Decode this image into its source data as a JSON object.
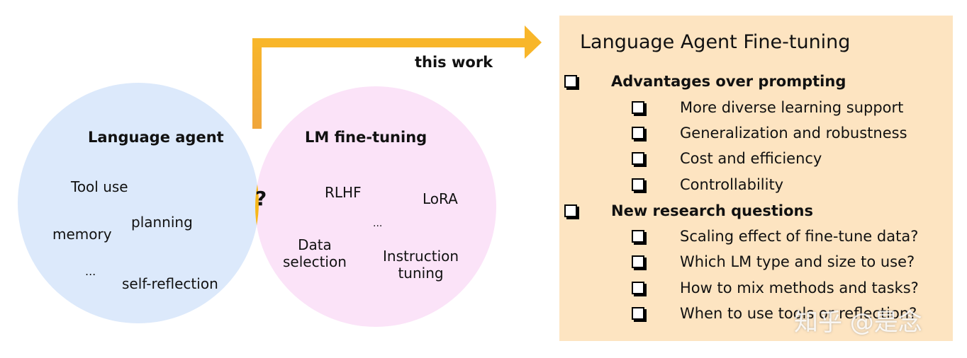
{
  "venn": {
    "left_title": "Language agent",
    "right_title": "LM fine-tuning",
    "overlap_label": "?",
    "left_items": [
      "Tool use",
      "planning",
      "memory",
      "...",
      "self-reflection"
    ],
    "right_items": {
      "rlhf": "RLHF",
      "lora": "LoRA",
      "dots": "...",
      "data_selection": [
        "Data",
        "selection"
      ],
      "instruction_tuning": [
        "Instruction",
        "tuning"
      ]
    },
    "arrow_label": "this work"
  },
  "panel": {
    "title": "Language Agent Fine-tuning",
    "sections": [
      {
        "heading": "Advantages over prompting",
        "items": [
          "More diverse learning support",
          "Generalization and robustness",
          "Cost and efficiency",
          "Controllability"
        ]
      },
      {
        "heading": "New research questions",
        "items": [
          "Scaling effect of fine-tune data?",
          "Which LM type and size to use?",
          "How to mix methods and tasks?",
          "When to use tools or reflection?"
        ]
      }
    ]
  },
  "watermark": "知乎 @是念",
  "colors": {
    "left_circle": "#dce9fb",
    "right_circle": "#fbe3f8",
    "overlap": "#f6b81a",
    "arrow": "#f8b62a",
    "panel_bg": "#fde4c1"
  }
}
